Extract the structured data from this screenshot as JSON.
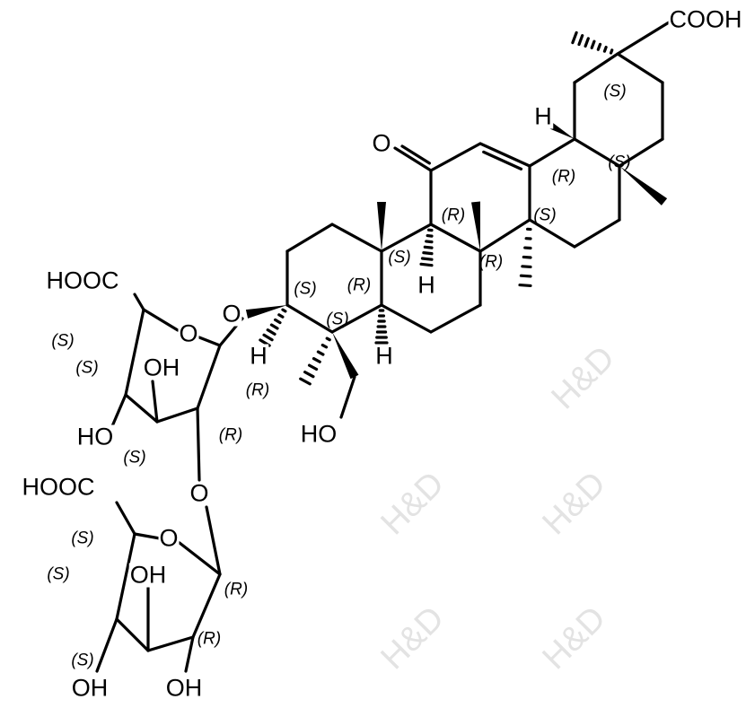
{
  "watermark": "H&D",
  "atoms": [
    "COOH",
    "O",
    "H",
    "H",
    "H",
    "H",
    "O",
    "HOOC",
    "O",
    "OH",
    "HO",
    "HO",
    "O",
    "HOOC",
    "O",
    "OH",
    "OH",
    "OH"
  ],
  "stereo": [
    "(S)",
    "(S)",
    "(R)",
    "(S)",
    "(R)",
    "(R)",
    "(S)",
    "(S)",
    "(R)",
    "(S)",
    "(S)",
    "(S)",
    "(S)",
    "(R)",
    "(R)",
    "(S)",
    "(S)",
    "(S)",
    "(R)",
    "(R)"
  ],
  "colors": {
    "bond": "#000000",
    "watermark": "#e3e3e3"
  }
}
